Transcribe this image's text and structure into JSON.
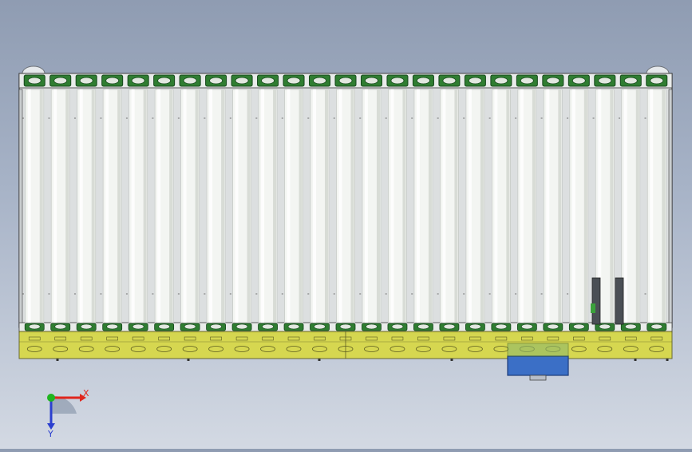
{
  "scene": {
    "roller_count": 25,
    "colors": {
      "roller": "#f3f5f2",
      "roller_edge": "#c7cbc7",
      "cap_green": "#2f7d31",
      "cap_dark": "#14461a",
      "base_yellow": "#d9d93e",
      "base_edge": "#5c5c20",
      "motor_blue": "#3b6fc6",
      "frame": "#3a3a3a"
    }
  },
  "triad": {
    "x_label": "X",
    "y_label": "Y",
    "x_color": "#e0261d",
    "y_color": "#1fb51f",
    "z_color": "#2b3fcf"
  }
}
